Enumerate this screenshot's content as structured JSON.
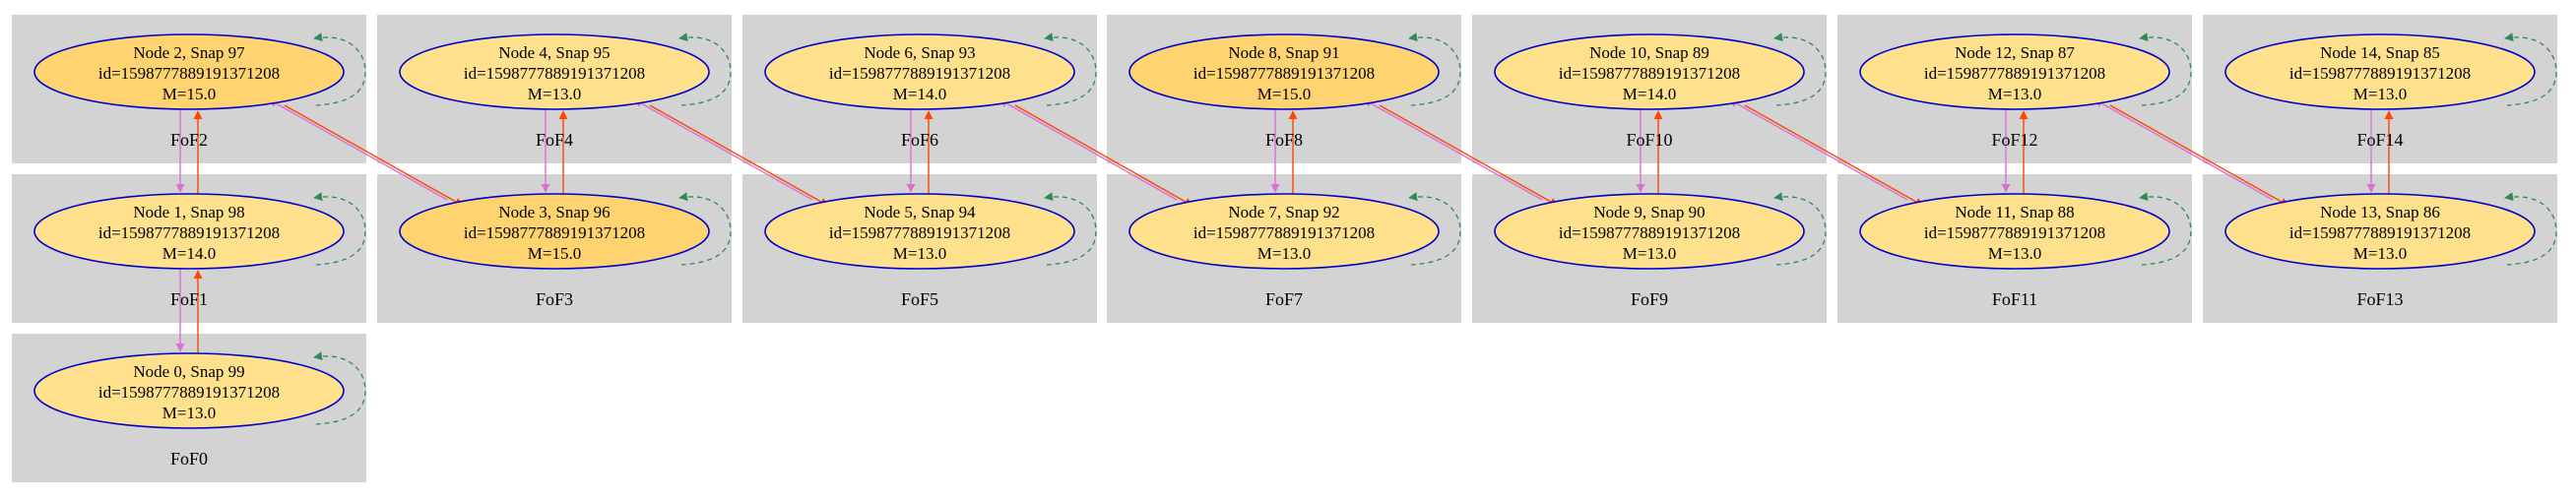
{
  "colors": {
    "cluster_fill": "#d3d3d3",
    "node_fill_light": "#ffe08c",
    "node_fill_dark": "#ffd470",
    "node_stroke": "#0000cd",
    "progenitor_edge": "#da70d6",
    "descendant_edge": "#ff4500",
    "self_loop": "#2e8b57"
  },
  "clusters": [
    {
      "label": "FoF0"
    },
    {
      "label": "FoF1"
    },
    {
      "label": "FoF2"
    },
    {
      "label": "FoF3"
    },
    {
      "label": "FoF4"
    },
    {
      "label": "FoF5"
    },
    {
      "label": "FoF6"
    },
    {
      "label": "FoF7"
    },
    {
      "label": "FoF8"
    },
    {
      "label": "FoF9"
    },
    {
      "label": "FoF10"
    },
    {
      "label": "FoF11"
    },
    {
      "label": "FoF12"
    },
    {
      "label": "FoF13"
    },
    {
      "label": "FoF14"
    }
  ],
  "nodes": [
    {
      "title": "Node 0, Snap 99",
      "id_text": "id=1598777889191371208",
      "mass_text": "M=13.0",
      "shade": "light"
    },
    {
      "title": "Node 1, Snap 98",
      "id_text": "id=1598777889191371208",
      "mass_text": "M=14.0",
      "shade": "light"
    },
    {
      "title": "Node 2, Snap 97",
      "id_text": "id=1598777889191371208",
      "mass_text": "M=15.0",
      "shade": "dark"
    },
    {
      "title": "Node 3, Snap 96",
      "id_text": "id=1598777889191371208",
      "mass_text": "M=15.0",
      "shade": "dark"
    },
    {
      "title": "Node 4, Snap 95",
      "id_text": "id=1598777889191371208",
      "mass_text": "M=13.0",
      "shade": "light"
    },
    {
      "title": "Node 5, Snap 94",
      "id_text": "id=1598777889191371208",
      "mass_text": "M=13.0",
      "shade": "light"
    },
    {
      "title": "Node 6, Snap 93",
      "id_text": "id=1598777889191371208",
      "mass_text": "M=14.0",
      "shade": "light"
    },
    {
      "title": "Node 7, Snap 92",
      "id_text": "id=1598777889191371208",
      "mass_text": "M=13.0",
      "shade": "light"
    },
    {
      "title": "Node 8, Snap 91",
      "id_text": "id=1598777889191371208",
      "mass_text": "M=15.0",
      "shade": "dark"
    },
    {
      "title": "Node 9, Snap 90",
      "id_text": "id=1598777889191371208",
      "mass_text": "M=13.0",
      "shade": "light"
    },
    {
      "title": "Node 10, Snap 89",
      "id_text": "id=1598777889191371208",
      "mass_text": "M=14.0",
      "shade": "light"
    },
    {
      "title": "Node 11, Snap 88",
      "id_text": "id=1598777889191371208",
      "mass_text": "M=13.0",
      "shade": "light"
    },
    {
      "title": "Node 12, Snap 87",
      "id_text": "id=1598777889191371208",
      "mass_text": "M=13.0",
      "shade": "light"
    },
    {
      "title": "Node 13, Snap 86",
      "id_text": "id=1598777889191371208",
      "mass_text": "M=13.0",
      "shade": "light"
    },
    {
      "title": "Node 14, Snap 85",
      "id_text": "id=1598777889191371208",
      "mass_text": "M=13.0",
      "shade": "light"
    }
  ],
  "edges": [
    {
      "from": 0,
      "to": 1
    },
    {
      "from": 1,
      "to": 2
    },
    {
      "from": 2,
      "to": 3
    },
    {
      "from": 3,
      "to": 4
    },
    {
      "from": 4,
      "to": 5
    },
    {
      "from": 5,
      "to": 6
    },
    {
      "from": 6,
      "to": 7
    },
    {
      "from": 7,
      "to": 8
    },
    {
      "from": 8,
      "to": 9
    },
    {
      "from": 9,
      "to": 10
    },
    {
      "from": 10,
      "to": 11
    },
    {
      "from": 11,
      "to": 12
    },
    {
      "from": 12,
      "to": 13
    },
    {
      "from": 13,
      "to": 14
    }
  ]
}
